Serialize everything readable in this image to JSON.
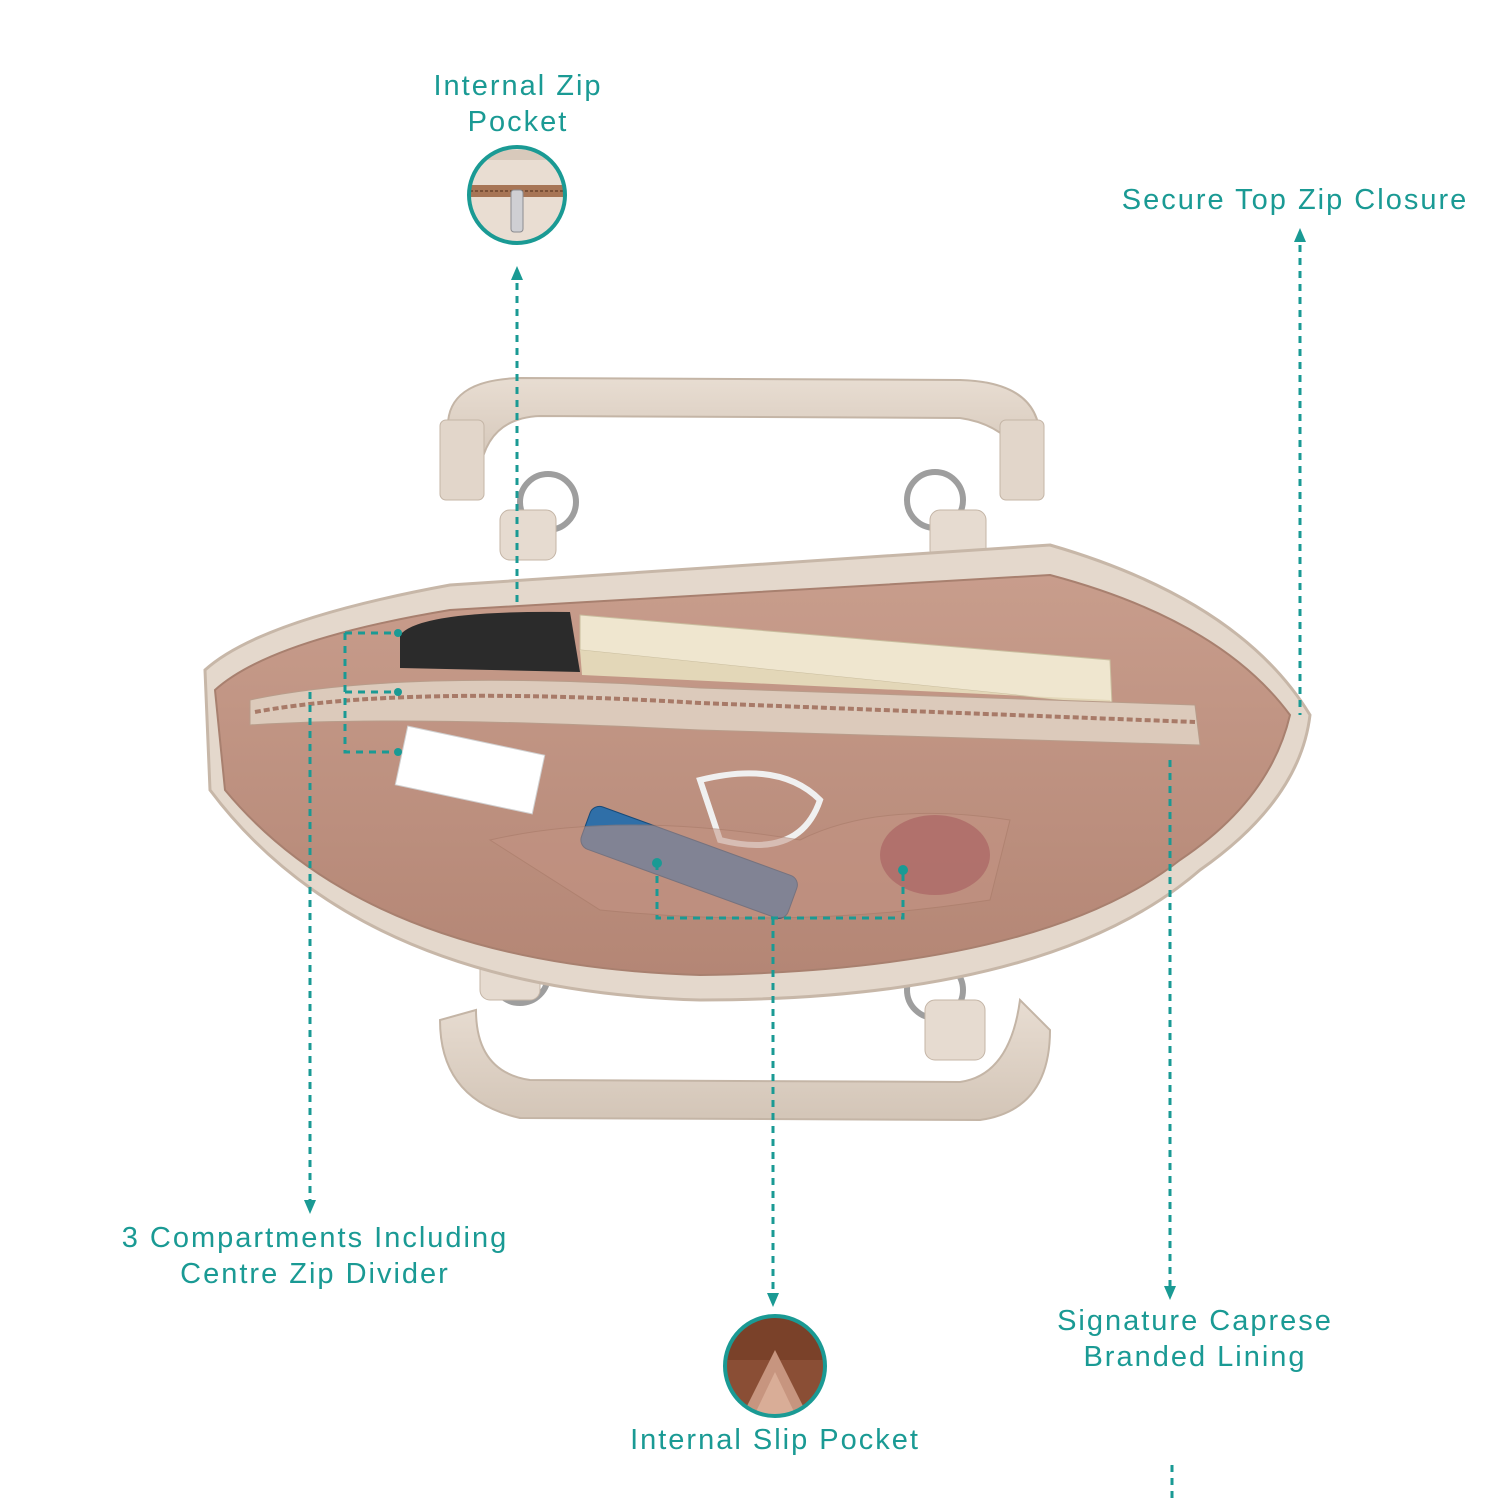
{
  "accent_color": "#1a9a94",
  "labels": {
    "internal_zip_pocket": [
      "Internal Zip",
      "Pocket"
    ],
    "secure_top_zip_closure": [
      "Secure Top Zip Closure"
    ],
    "three_compartments": [
      "3 Compartments Including",
      "Centre Zip Divider"
    ],
    "signature_lining": [
      "Signature Caprese",
      "Branded Lining"
    ],
    "internal_slip_pocket": [
      "Internal Slip Pocket"
    ]
  },
  "icons": {
    "zip_pocket_detail": "zipper-pull-icon",
    "slip_pocket_detail": "slip-pocket-icon"
  }
}
